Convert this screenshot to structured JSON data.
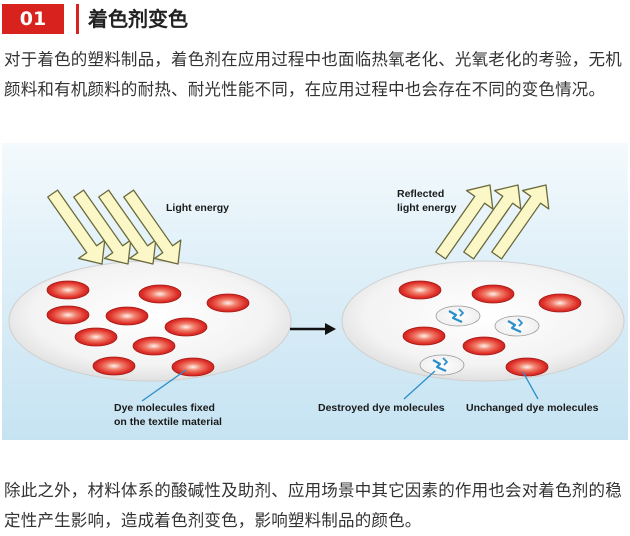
{
  "section": {
    "number": "01",
    "title": "着色剂变色"
  },
  "intro_text": "对于着色的塑料制品，着色剂在应用过程中也面临热氧老化、光氧老化的考验，无机颜料和有机颜料的耐热、耐光性能不同，在应用过程中也会存在不同的变色情况。",
  "figure": {
    "left_panel": {
      "light_label": "Light energy",
      "dye_label_line1": "Dye molecules fixed",
      "dye_label_line2": "on the textile material"
    },
    "right_panel": {
      "reflected_label_line1": "Reflected",
      "reflected_label_line2": "light energy",
      "destroyed_label": "Destroyed dye molecules",
      "unchanged_label": "Unchanged dye molecules"
    },
    "colors": {
      "panel_bg": "#d3eaf6",
      "arrow_fill": "#fbf7c6",
      "arrow_stroke": "#6b6a3c",
      "dye_red": "#e0302a",
      "crack_blue": "#2b8fc9"
    }
  },
  "conclusion_text": "除此之外，材料体系的酸碱性及助剂、应用场景中其它因素的作用也会对着色剂的稳定性产生影响，造成着色剂变色，影响塑料制品的颜色。"
}
